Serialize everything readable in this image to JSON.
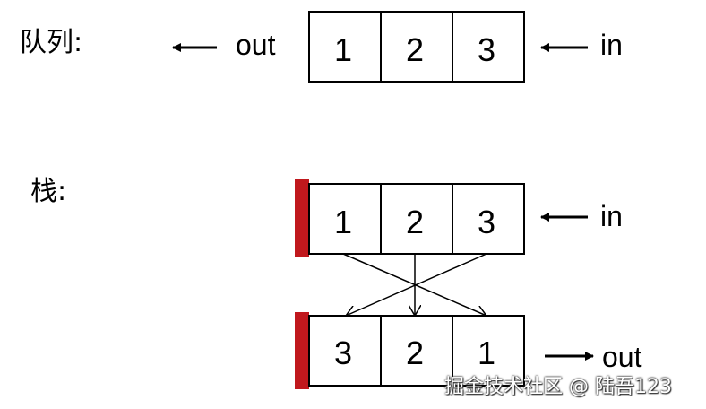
{
  "queue": {
    "label": "队列:",
    "cells": [
      "1",
      "2",
      "3"
    ],
    "in_label": "in",
    "out_label": "out"
  },
  "stack": {
    "label": "栈:",
    "top_row": [
      "1",
      "2",
      "3"
    ],
    "bottom_row": [
      "3",
      "2",
      "1"
    ],
    "in_label": "in",
    "out_label": "out"
  },
  "colors": {
    "stack_base": "#c0181d",
    "stroke": "#000000"
  },
  "watermark": "掘金技术社区 @ 陆吾123"
}
